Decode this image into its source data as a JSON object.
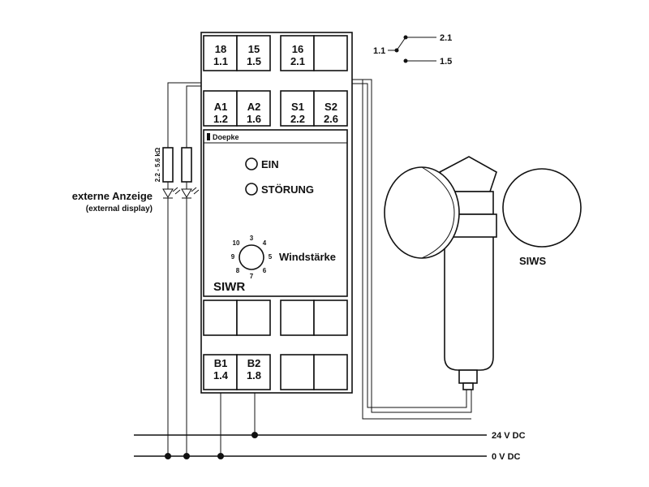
{
  "device": {
    "brand": "Doepke",
    "model": "SIWR",
    "led_on": "EIN",
    "led_fault": "STÖRUNG",
    "dial_label": "Windstärke",
    "dial_numbers": [
      "3",
      "4",
      "5",
      "6",
      "7",
      "8",
      "9",
      "10"
    ]
  },
  "terminals_top": [
    {
      "a": "18",
      "b": "1.1"
    },
    {
      "a": "15",
      "b": "1.5"
    },
    {
      "a": "16",
      "b": "2.1"
    },
    {
      "a": "",
      "b": ""
    }
  ],
  "terminals_upper": [
    {
      "a": "A1",
      "b": "1.2"
    },
    {
      "a": "A2",
      "b": "1.6"
    },
    {
      "a": "S1",
      "b": "2.2"
    },
    {
      "a": "S2",
      "b": "2.6"
    }
  ],
  "terminals_bottom": [
    {
      "a": "B1",
      "b": "1.4"
    },
    {
      "a": "B2",
      "b": "1.8"
    }
  ],
  "contact": {
    "common": "1.1",
    "nc": "2.1",
    "no": "1.5"
  },
  "display": {
    "title": "externe Anzeige",
    "subtitle": "(external display)",
    "resistor": "2.2 - 5.6 kΩ"
  },
  "sensor": {
    "name": "SIWS"
  },
  "supply": {
    "plus": "24 V DC",
    "zero": "0 V DC"
  }
}
